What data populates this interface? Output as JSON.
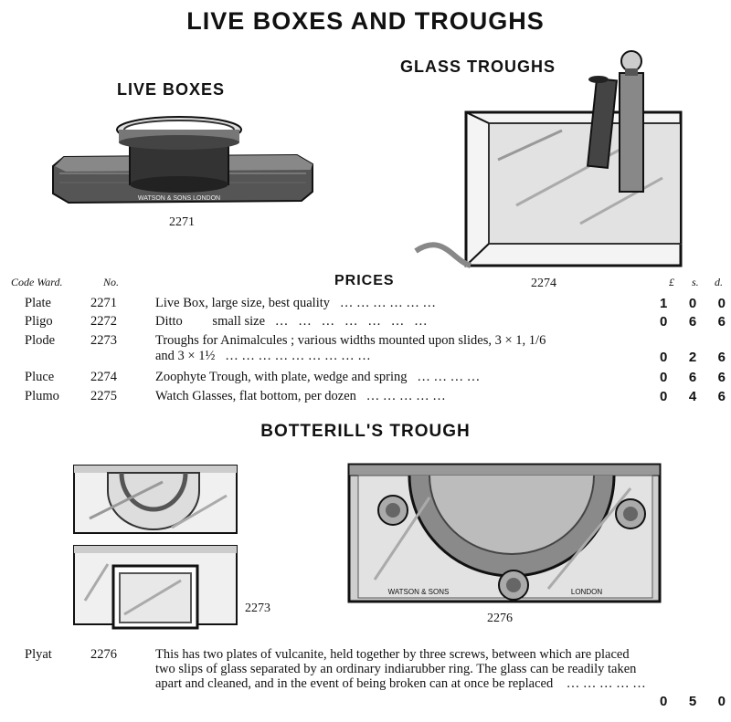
{
  "page": {
    "title": "LIVE BOXES AND TROUGHS",
    "live_boxes_heading": "LIVE BOXES",
    "glass_troughs_heading": "GLASS TROUGHS",
    "botterill_heading": "BOTTERILL'S TROUGH",
    "prices_heading": "PRICES"
  },
  "figures": {
    "fig_2271": {
      "number": "2271",
      "engraving_text": "WATSON & SONS LONDON"
    },
    "fig_2274": {
      "number": "2274"
    },
    "fig_2273": {
      "number": "2273"
    },
    "fig_2276": {
      "number": "2276",
      "engraving_left": "WATSON & SONS",
      "engraving_right": "LONDON"
    }
  },
  "price_table": {
    "headers": {
      "code": "Code Ward.",
      "no": "No.",
      "pounds": "£",
      "shillings": "s.",
      "pence": "d."
    },
    "rows": [
      {
        "code": "Plate",
        "no": "2271",
        "desc": "Live Box, large size, best quality",
        "dots": "…   …   …   …   …   …",
        "l": "1",
        "s": "0",
        "d": "0"
      },
      {
        "code": "Pligo",
        "no": "2272",
        "desc": "Ditto         small size",
        "dots": "…   …   …   …   …   …   …",
        "l": "0",
        "s": "6",
        "d": "6"
      },
      {
        "code": "Plode",
        "no": "2273",
        "desc": "Troughs for Animalcules ;  various widths mounted upon slides, 3 × 1, 1/6",
        "desc2": "and 3 × 1½",
        "dots": "…   …   …   …   …   …   …   …   …",
        "l": "0",
        "s": "2",
        "d": "6"
      },
      {
        "code": "Pluce",
        "no": "2274",
        "desc": "Zoophyte Trough, with plate, wedge and spring",
        "dots": "…   …   …   …",
        "l": "0",
        "s": "6",
        "d": "6"
      },
      {
        "code": "Plumo",
        "no": "2275",
        "desc": "Watch Glasses, flat bottom, per dozen",
        "dots": "…   …   …   …   …",
        "l": "0",
        "s": "4",
        "d": "6"
      }
    ]
  },
  "plyat": {
    "code": "Plyat",
    "no": "2276",
    "desc": "This has two plates of vulcanite, held together by three screws, between which are placed two slips of glass separated by an ordinary indiarubber ring.  The glass can be readily taken apart and cleaned, and in the event of being broken can at once be replaced",
    "dots": "…   …   …   …   …",
    "l": "0",
    "s": "5",
    "d": "0"
  }
}
